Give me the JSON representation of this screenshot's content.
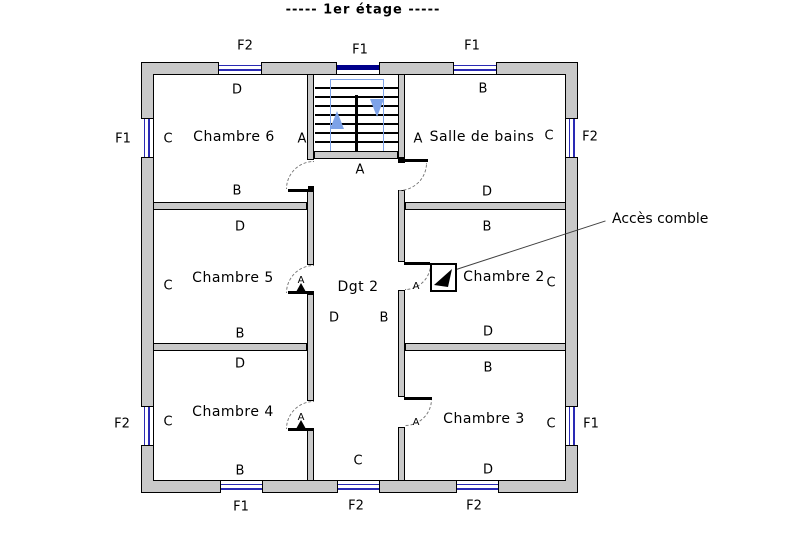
{
  "title": "-----  1er étage  -----",
  "rooms": {
    "chambre6": {
      "name": "Chambre 6",
      "walls": {
        "top": "D",
        "left": "C",
        "right": "A",
        "bottom": "B"
      }
    },
    "salle_de_bains": {
      "name": "Salle de bains",
      "walls": {
        "top": "B",
        "left": "A",
        "right": "C",
        "bottom": "D"
      }
    },
    "chambre5": {
      "name": "Chambre 5",
      "walls": {
        "top": "D",
        "left": "C",
        "bottom": "B"
      }
    },
    "chambre2": {
      "name": "Chambre 2",
      "walls": {
        "top": "B",
        "right": "C",
        "bottom": "D"
      }
    },
    "chambre4": {
      "name": "Chambre 4",
      "walls": {
        "top": "D",
        "left": "C",
        "bottom": "B"
      }
    },
    "chambre3": {
      "name": "Chambre 3",
      "walls": {
        "top": "B",
        "right": "C",
        "bottom": "D"
      }
    },
    "degagement": {
      "name": "Dgt 2",
      "walls": {
        "top": "A",
        "left": "D",
        "right": "B",
        "bottom": "C"
      }
    }
  },
  "door_label": "A",
  "windows": {
    "top": [
      "F2",
      "F1",
      "F1"
    ],
    "left": [
      "F1",
      "F2"
    ],
    "right": [
      "F2",
      "F1"
    ],
    "bottom": [
      "F1",
      "F2",
      "F2"
    ]
  },
  "annotation": {
    "text": "Accès comble"
  },
  "colors": {
    "wall": "#c9c9c9",
    "window": "#2a2ab4",
    "stair_window": "#00008b",
    "arrow": "#7da2e8"
  }
}
